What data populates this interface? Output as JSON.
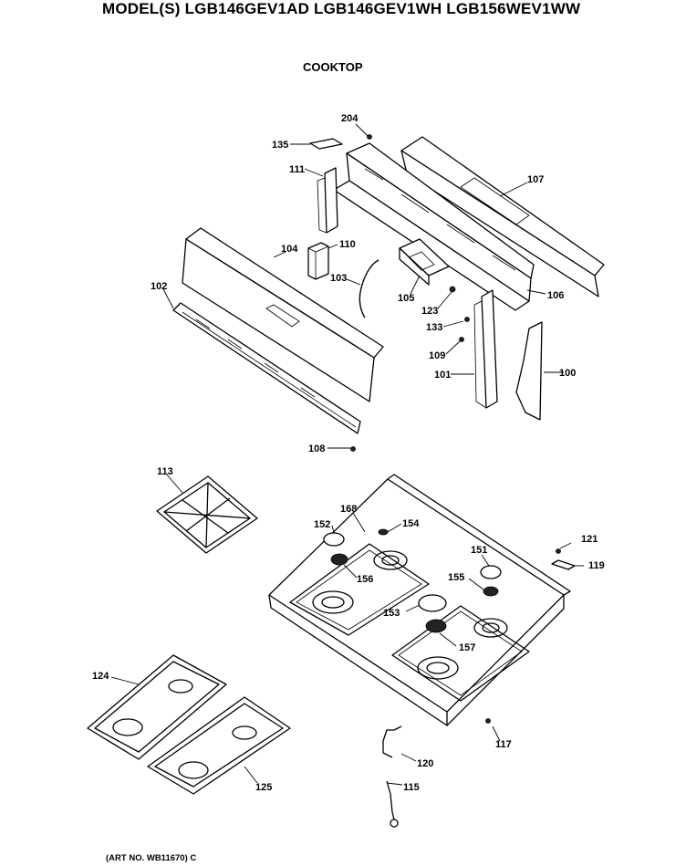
{
  "header": {
    "models": "MODEL(S) LGB146GEV1AD  LGB146GEV1WH  LGB156WEV1WW"
  },
  "section_title": "COOKTOP",
  "art_number": "(ART NO. WB11670) C",
  "part_labels": {
    "p204": "204",
    "p135": "135",
    "p111": "111",
    "p107": "107",
    "p104": "104",
    "p110": "110",
    "p103": "103",
    "p102": "102",
    "p105": "105",
    "p106": "106",
    "p123": "123",
    "p133": "133",
    "p109": "109",
    "p101": "101",
    "p100": "100",
    "p108": "108",
    "p113": "113",
    "p168": "168",
    "p152": "152",
    "p154": "154",
    "p156": "156",
    "p151": "151",
    "p155": "155",
    "p153": "153",
    "p157": "157",
    "p121": "121",
    "p119": "119",
    "p124": "124",
    "p125": "125",
    "p120": "120",
    "p115": "115",
    "p117": "117"
  }
}
